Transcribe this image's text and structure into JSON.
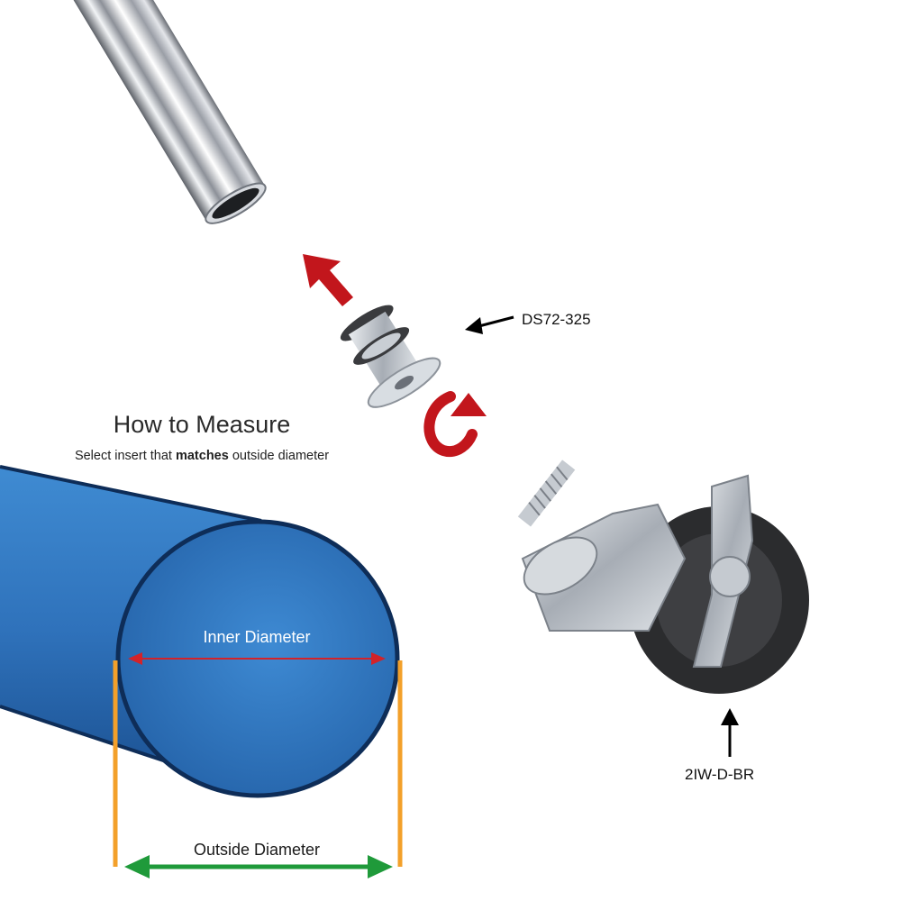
{
  "measure": {
    "title": "How to Measure",
    "subtitle_before": "Select insert that ",
    "subtitle_bold": "matches",
    "subtitle_after": " outside diameter",
    "inner_label": "Inner Diameter",
    "outer_label": "Outside Diameter"
  },
  "parts": {
    "insert_code": "DS72-325",
    "caster_code": "2IW-D-BR"
  },
  "colors": {
    "tube_blue": "#2f72bb",
    "tube_outline": "#0e2d58",
    "inner_arrow": "#d2232a",
    "outer_arrow": "#1f9a3a",
    "guide_lines": "#f3a02a",
    "assembly_arrows": "#c2161c",
    "chrome": "#b9bdc4"
  },
  "icons": [
    "chrome-tube-icon",
    "insert-stem-icon",
    "caster-wheel-icon",
    "up-arrow-icon",
    "twist-arrow-icon"
  ]
}
